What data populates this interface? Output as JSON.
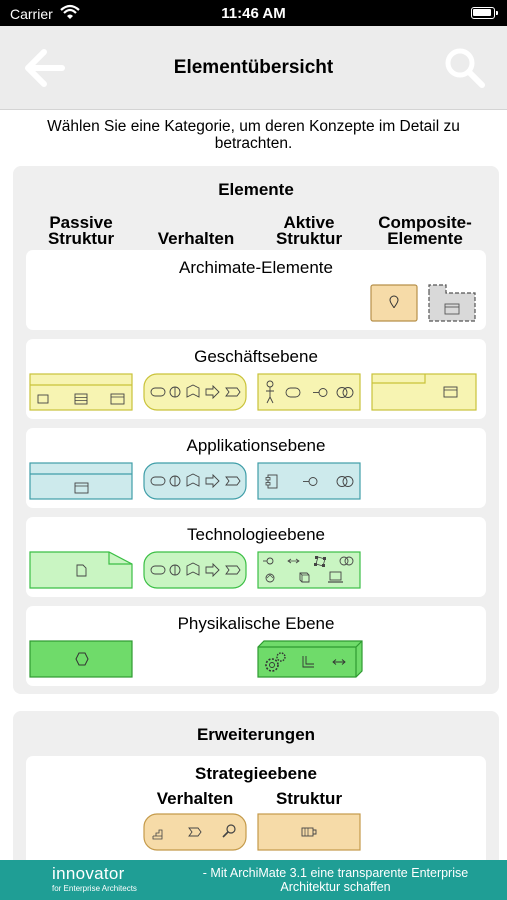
{
  "status_bar": {
    "carrier": "Carrier",
    "time": "11:46 AM"
  },
  "nav": {
    "title": "Elementübersicht",
    "back_icon": "arrow-left-icon",
    "search_icon": "magnifier-icon"
  },
  "intro": "Wählen Sie eine Kategorie, um deren Konzepte im Detail zu betrachten.",
  "elements_panel": {
    "title": "Elemente",
    "columns": [
      {
        "line1": "Passive",
        "line2": "Struktur"
      },
      {
        "line1": "Verhalten",
        "line2": ""
      },
      {
        "line1": "Aktive",
        "line2": "Struktur"
      },
      {
        "line1": "Composite-",
        "line2": "Elemente"
      }
    ],
    "rows": [
      {
        "title": "Archimate-Elemente"
      },
      {
        "title": "Geschäftsebene",
        "color": "#f7f4b2",
        "stroke": "#c9c23a"
      },
      {
        "title": "Applikationsebene",
        "color": "#cdeaec",
        "stroke": "#3f9ea8"
      },
      {
        "title": "Technologieebene",
        "color": "#c9f5c2",
        "stroke": "#3bbf45"
      },
      {
        "title": "Physikalische Ebene",
        "color": "#6fdb6a",
        "stroke": "#2e9a31"
      }
    ]
  },
  "extensions_panel": {
    "title": "Erweiterungen",
    "rows": [
      {
        "title": "Strategieebene",
        "col_behavior": "Verhalten",
        "col_structure": "Struktur",
        "color": "#f6dba8",
        "stroke": "#c49a4a"
      }
    ]
  },
  "footer": {
    "brand": "innovator",
    "brand_sub": "for Enterprise Architects",
    "tagline": "- Mit ArchiMate 3.1 eine transparente Enterprise Architektur schaffen",
    "color": "#1f9e95"
  }
}
